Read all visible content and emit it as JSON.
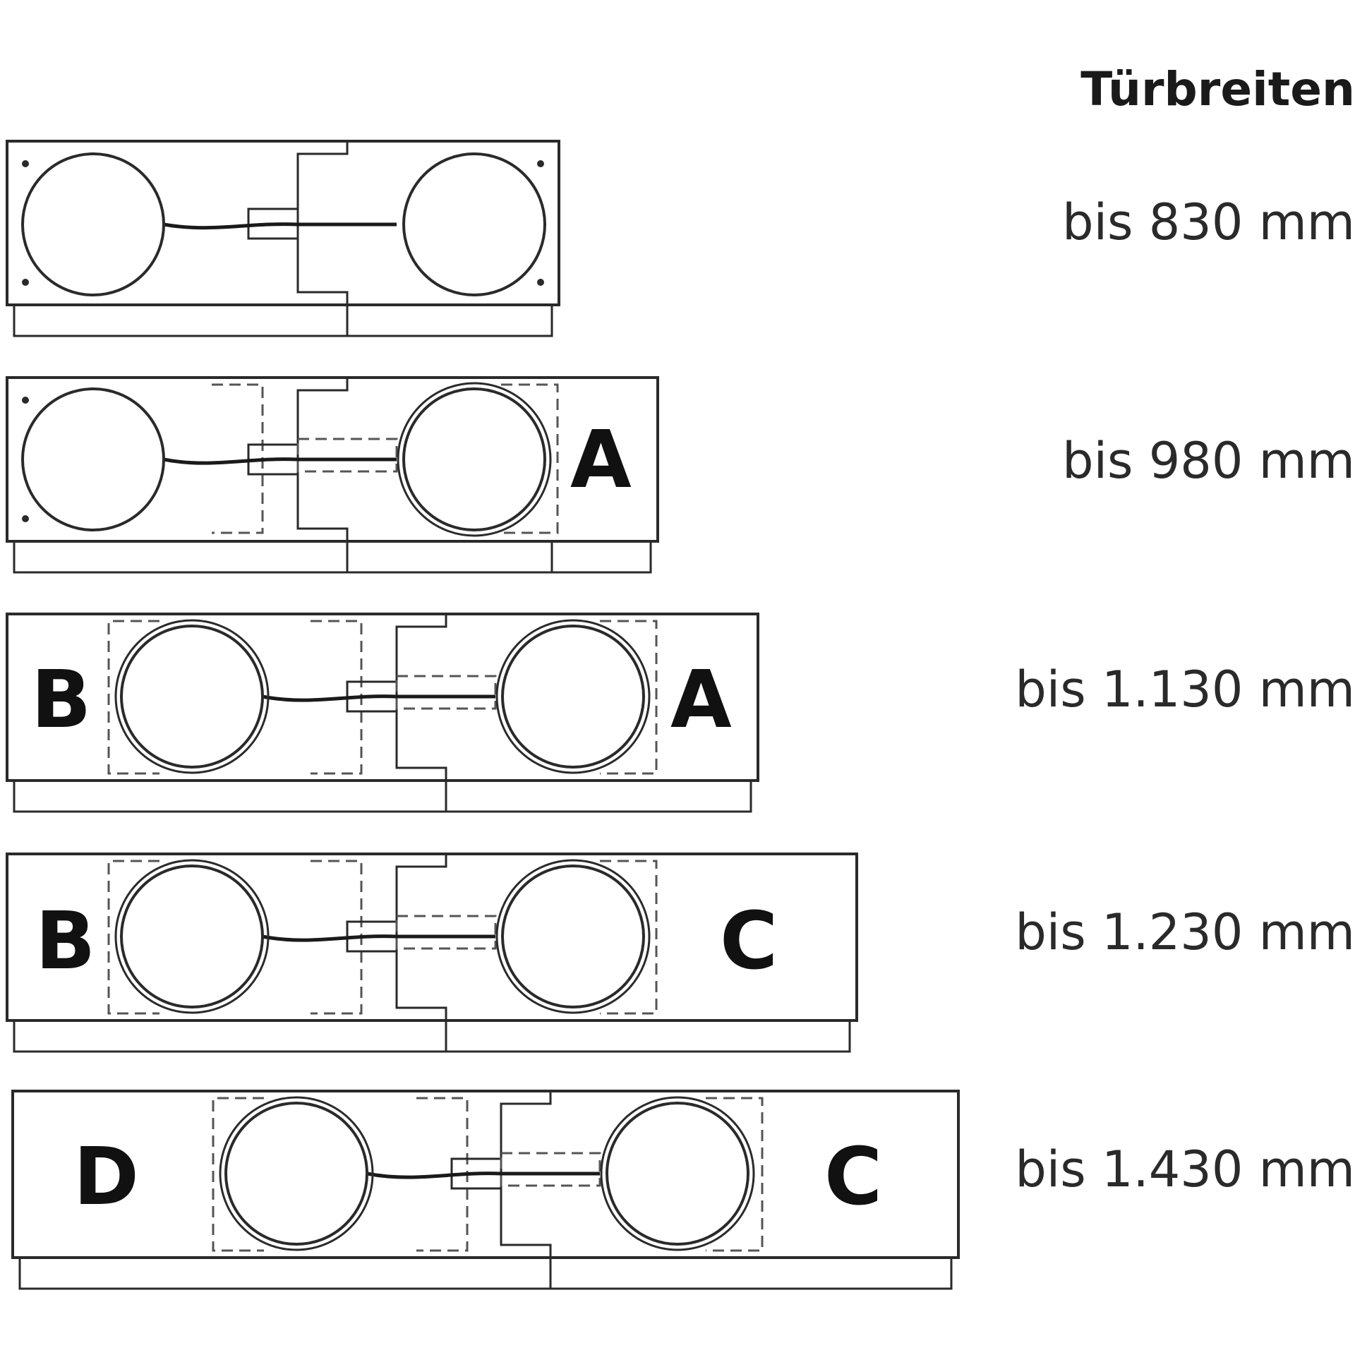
{
  "heading": "Türbreiten",
  "rows": [
    {
      "width_label": "bis 830 mm",
      "extensions": []
    },
    {
      "width_label": "bis 980 mm",
      "extensions": [
        "A"
      ]
    },
    {
      "width_label": "bis 1.130 mm",
      "extensions": [
        "B",
        "A"
      ]
    },
    {
      "width_label": "bis 1.230 mm",
      "extensions": [
        "B",
        "C"
      ]
    },
    {
      "width_label": "bis 1.430 mm",
      "extensions": [
        "D",
        "C"
      ]
    }
  ]
}
